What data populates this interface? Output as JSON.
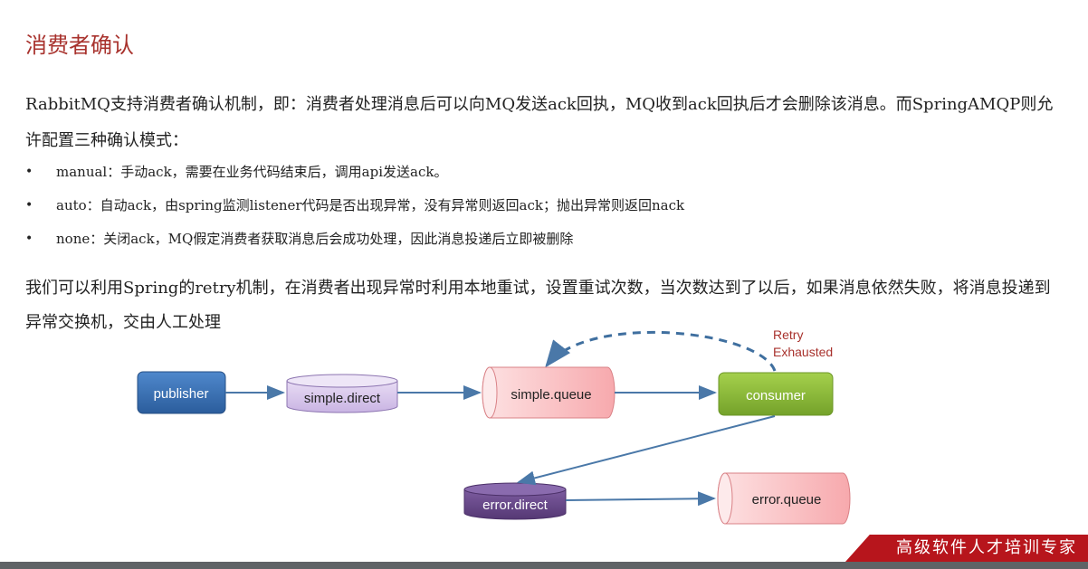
{
  "title": "消费者确认",
  "intro": "RabbitMQ支持消费者确认机制，即：消费者处理消息后可以向MQ发送ack回执，MQ收到ack回执后才会删除该消息。而SpringAMQP则允许配置三种确认模式：",
  "modes": [
    "manual：手动ack，需要在业务代码结束后，调用api发送ack。",
    "auto：自动ack，由spring监测listener代码是否出现异常，没有异常则返回ack；抛出异常则返回nack",
    "none：关闭ack，MQ假定消费者获取消息后会成功处理，因此消息投递后立即被删除"
  ],
  "retry_text": "我们可以利用Spring的retry机制，在消费者出现异常时利用本地重试，设置重试次数，当次数达到了以后，如果消息依然失败，将消息投递到异常交换机，交由人工处理",
  "diagram": {
    "publisher": "publisher",
    "simple_direct": "simple.direct",
    "simple_queue": "simple.queue",
    "consumer": "consumer",
    "retry_label_1": "Retry",
    "retry_label_2": "Exhausted",
    "error_direct": "error.direct",
    "error_queue": "error.queue"
  },
  "footer": "高级软件人才培训专家",
  "colors": {
    "title": "#a8322d",
    "publisher": "#3a72b8",
    "consumer": "#8fbd3a",
    "error_direct": "#6b4a8c",
    "queue": "#fcc9cb",
    "arrow": "#4a78a8",
    "footer_banner": "#b7151c"
  }
}
